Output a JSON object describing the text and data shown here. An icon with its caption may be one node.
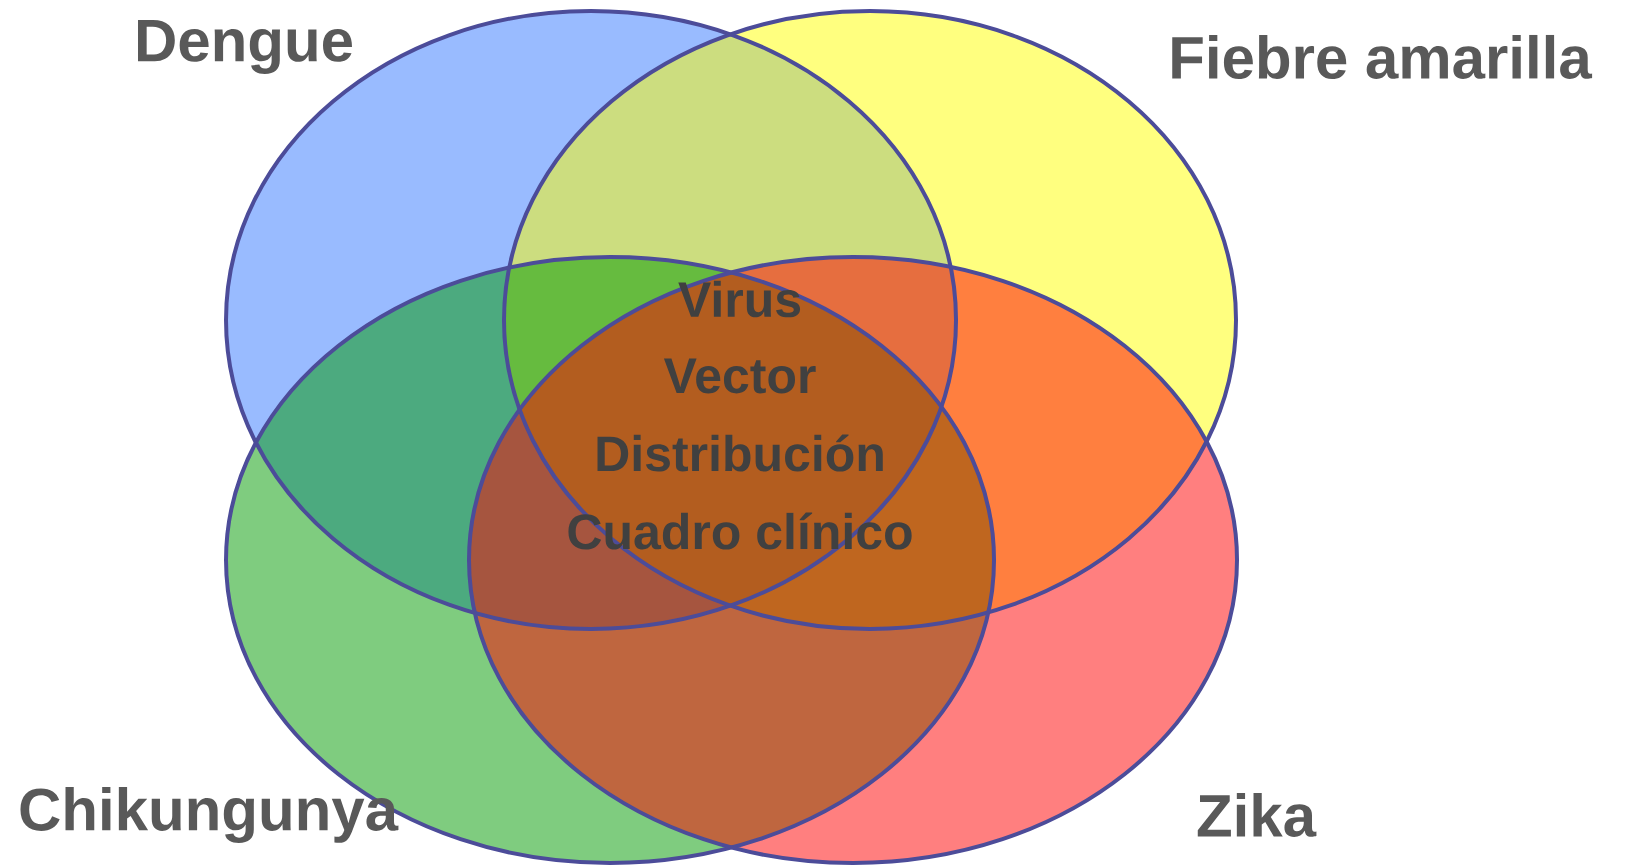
{
  "diagram": {
    "nodes": [
      {
        "text": [
          "Dengue"
        ]
      },
      {
        "text": [
          "Fiebre amarilla"
        ]
      },
      {
        "text": [
          "Chikungunya"
        ]
      },
      {
        "text": [
          "Zika"
        ]
      }
    ],
    "labels": [
      "Virus",
      "Vector",
      "Distribución",
      "Cuadro clínico"
    ]
  }
}
